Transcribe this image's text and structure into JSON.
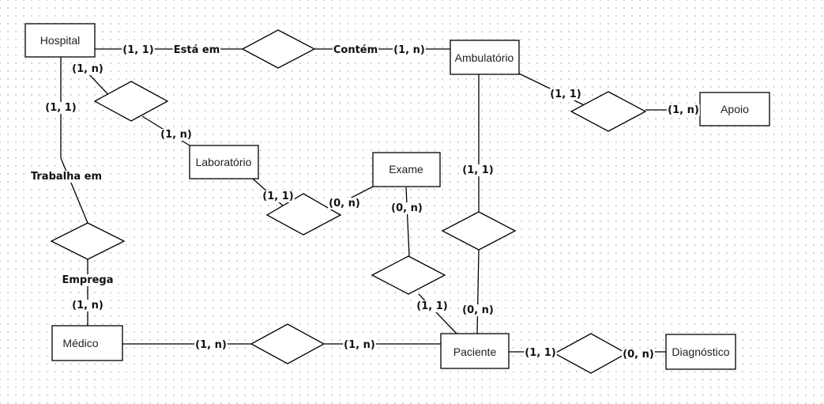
{
  "entities": {
    "hospital": "Hospital",
    "ambulatorio": "Ambulatório",
    "apoio": "Apoio",
    "laboratorio": "Laboratório",
    "exame": "Exame",
    "medico": "Médico",
    "paciente": "Paciente",
    "diagnostico": "Diagnóstico"
  },
  "labels": {
    "hosp_esta_card": "(1, 1)",
    "esta_em": "Está em",
    "contem": "Contém",
    "contem_card": "(1, n)",
    "hosp_lab_card": "(1, n)",
    "lab_hosp_card": "(1, n)",
    "hosp_trab_card": "(1, 1)",
    "trabalha_em": "Trabalha em",
    "emprega": "Emprega",
    "medico_emprega_card": "(1, n)",
    "amb_apoio_card": "(1, 1)",
    "apoio_card": "(1, n)",
    "lab_exame_card": "(1, 1)",
    "exame_lab_card": "(0, n)",
    "exame_pac_card": "(0, n)",
    "amb_pac_card": "(1, 1)",
    "pac_amb_card": "(0, n)",
    "pac_exame_card": "(1, 1)",
    "medico_pac_card": "(1, n)",
    "pac_medico_card": "(1, n)",
    "pac_diag_card": "(1, 1)",
    "diag_card": "(0, n)"
  }
}
